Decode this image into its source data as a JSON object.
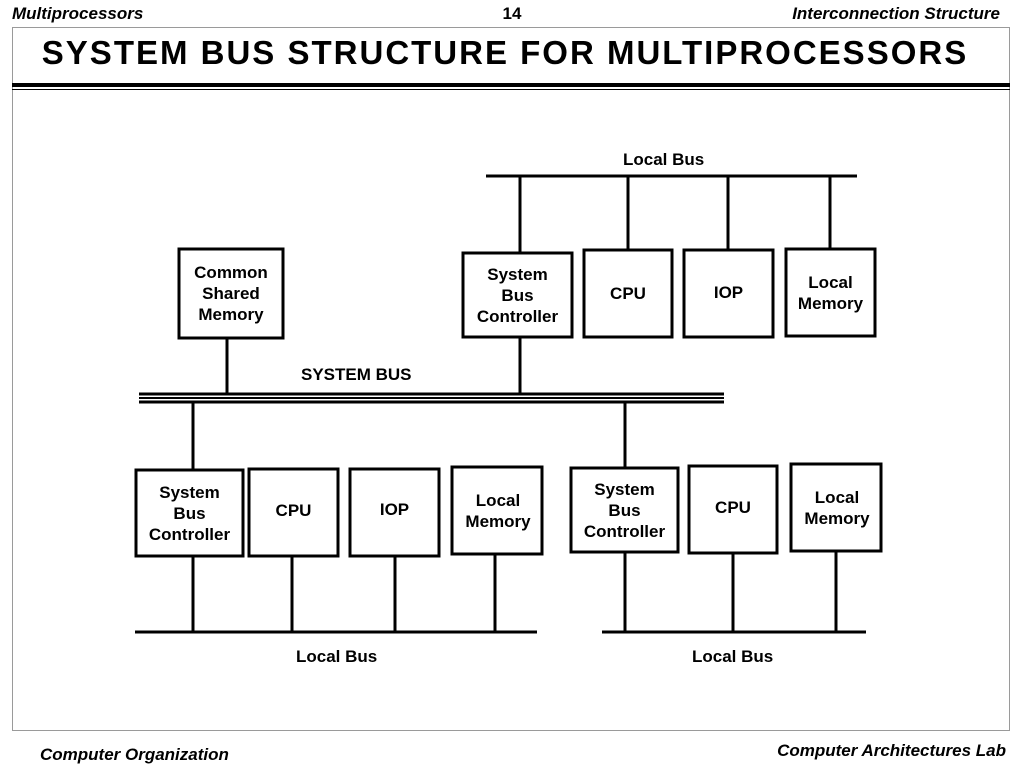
{
  "header": {
    "left": "Multiprocessors",
    "page_number": "14",
    "right": "Interconnection Structure"
  },
  "title": "SYSTEM  BUS  STRUCTURE  FOR  MULTIPROCESSORS",
  "footer": {
    "left": "Computer Organization",
    "right": "Computer Architectures Lab"
  },
  "diagram": {
    "system_bus_label": "SYSTEM BUS",
    "top_cluster": {
      "bus_label": "Local Bus",
      "boxes": [
        "System\nBus\nController",
        "CPU",
        "IOP",
        "Local\nMemory"
      ]
    },
    "shared_memory": "Common\nShared\nMemory",
    "bottom_left_cluster": {
      "bus_label": "Local Bus",
      "boxes": [
        "System\nBus\nController",
        "CPU",
        "IOP",
        "Local\nMemory"
      ]
    },
    "bottom_right_cluster": {
      "bus_label": "Local Bus",
      "boxes": [
        "System\nBus\nController",
        "CPU",
        "Local\nMemory"
      ]
    }
  }
}
